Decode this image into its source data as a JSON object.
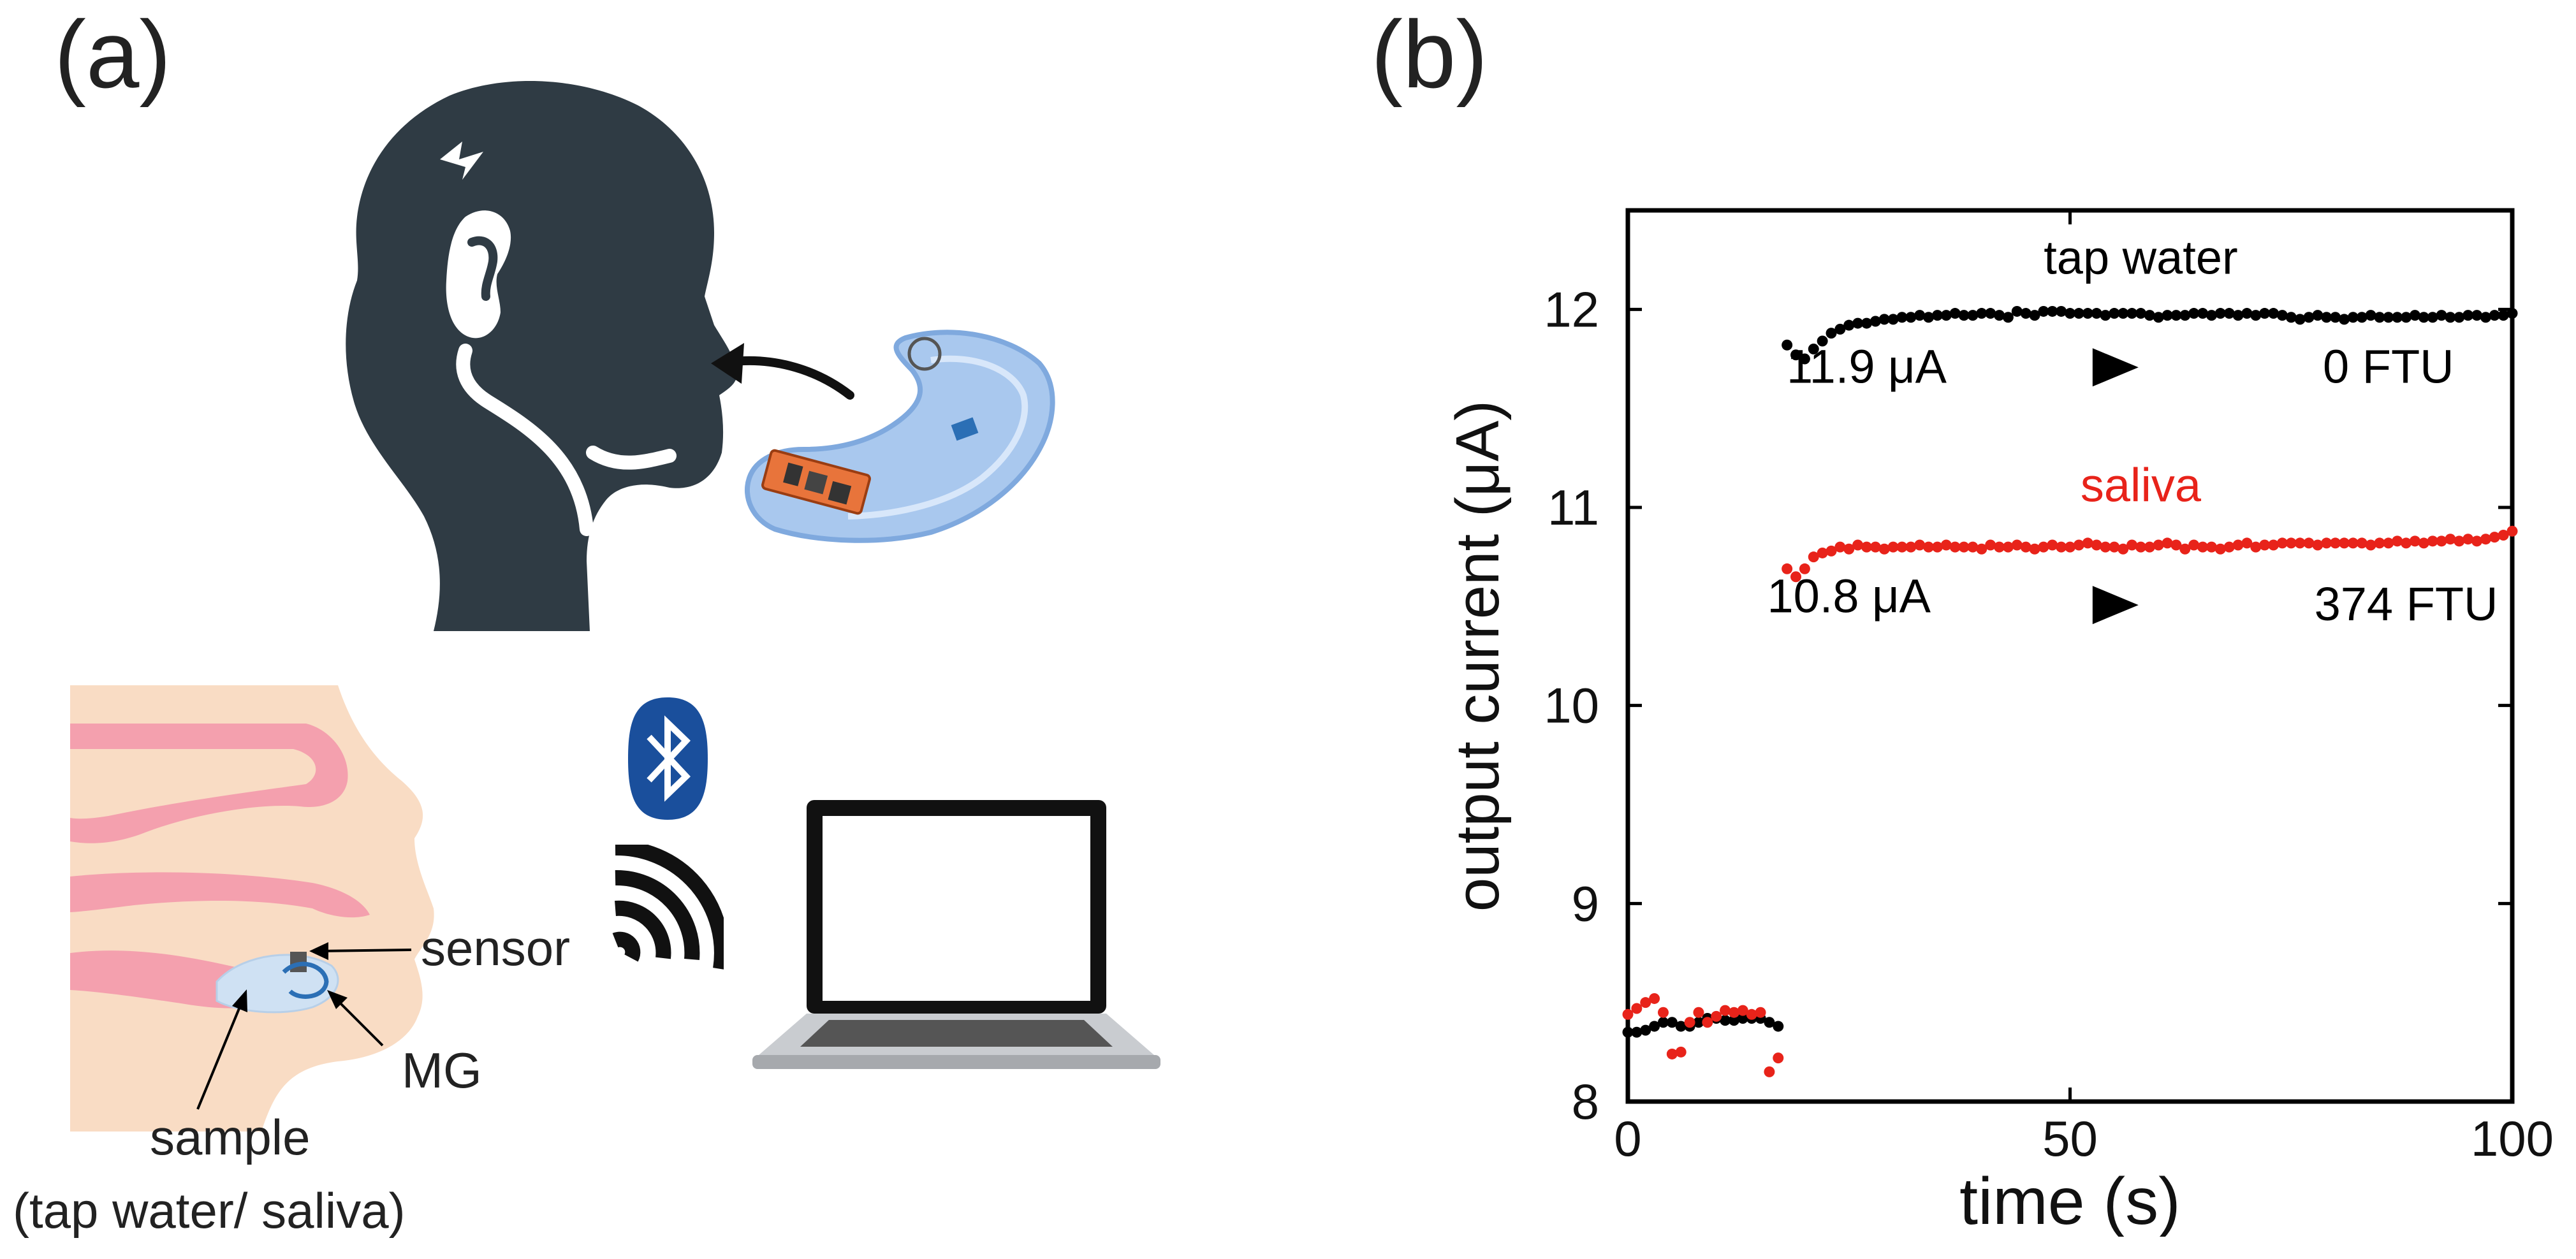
{
  "panel_a": {
    "label": "(a)",
    "sensor_label": "sensor",
    "mg_label": "MG",
    "sample_label": "sample",
    "sample_sub_label": "(tap water/ saliva)",
    "icons": [
      "head-silhouette-icon",
      "mouthguard-icon",
      "mouth-cross-section-icon",
      "bluetooth-icon",
      "wireless-signal-icon",
      "laptop-icon"
    ],
    "colors": {
      "silhouette": "#2f3b44",
      "mouthguard": "#a9c8ee",
      "electronics": "#e8743b",
      "bluetooth": "#1a4f9c",
      "gum": "#f4a0ae",
      "skin": "#f9dcc4"
    }
  },
  "panel_b": {
    "label": "(b)"
  },
  "chart_data": {
    "type": "scatter",
    "xlabel": "time (s)",
    "ylabel": "output current (μA)",
    "xlim": [
      0,
      100
    ],
    "ylim": [
      8,
      12.5
    ],
    "xticks": [
      0,
      50,
      100
    ],
    "yticks": [
      8,
      9,
      10,
      11,
      12
    ],
    "grid": false,
    "series": [
      {
        "name": "tap water",
        "color": "#000000",
        "x": [
          0,
          1,
          2,
          3,
          4,
          5,
          6,
          7,
          8,
          9,
          10,
          11,
          12,
          13,
          14,
          15,
          16,
          17,
          18,
          19,
          20,
          21,
          22,
          23,
          24,
          25,
          26,
          27,
          28,
          29,
          30,
          31,
          32,
          33,
          34,
          35,
          36,
          37,
          38,
          39,
          40,
          41,
          42,
          43,
          44,
          45,
          46,
          47,
          48,
          49,
          50,
          51,
          52,
          53,
          54,
          55,
          56,
          57,
          58,
          59,
          60,
          61,
          62,
          63,
          64,
          65,
          66,
          67,
          68,
          69,
          70,
          71,
          72,
          73,
          74,
          75,
          76,
          77,
          78,
          79,
          80,
          81,
          82,
          83,
          84,
          85,
          86,
          87,
          88,
          89,
          90,
          91,
          92,
          93,
          94,
          95,
          96,
          97,
          98,
          99,
          100
        ],
        "y": [
          8.35,
          8.35,
          8.36,
          8.38,
          8.4,
          8.4,
          8.38,
          8.38,
          8.4,
          8.42,
          8.42,
          8.41,
          8.41,
          8.42,
          8.42,
          8.42,
          8.4,
          8.38,
          11.82,
          11.77,
          11.75,
          11.8,
          11.84,
          11.88,
          11.9,
          11.92,
          11.93,
          11.93,
          11.94,
          11.95,
          11.95,
          11.96,
          11.96,
          11.97,
          11.96,
          11.97,
          11.97,
          11.98,
          11.97,
          11.97,
          11.98,
          11.98,
          11.97,
          11.96,
          11.99,
          11.98,
          11.97,
          11.99,
          11.99,
          11.99,
          11.98,
          11.98,
          11.98,
          11.98,
          11.97,
          11.98,
          11.98,
          11.98,
          11.98,
          11.97,
          11.96,
          11.97,
          11.97,
          11.97,
          11.98,
          11.98,
          11.97,
          11.98,
          11.98,
          11.97,
          11.98,
          11.97,
          11.98,
          11.98,
          11.97,
          11.96,
          11.95,
          11.96,
          11.97,
          11.96,
          11.96,
          11.95,
          11.96,
          11.96,
          11.97,
          11.96,
          11.96,
          11.96,
          11.96,
          11.97,
          11.96,
          11.96,
          11.97,
          11.96,
          11.96,
          11.97,
          11.97,
          11.96,
          11.97,
          11.97,
          11.98
        ]
      },
      {
        "name": "saliva",
        "color": "#e8231a",
        "x": [
          0,
          1,
          2,
          3,
          4,
          5,
          6,
          7,
          8,
          9,
          10,
          11,
          12,
          13,
          14,
          15,
          16,
          17,
          18,
          19,
          20,
          21,
          22,
          23,
          24,
          25,
          26,
          27,
          28,
          29,
          30,
          31,
          32,
          33,
          34,
          35,
          36,
          37,
          38,
          39,
          40,
          41,
          42,
          43,
          44,
          45,
          46,
          47,
          48,
          49,
          50,
          51,
          52,
          53,
          54,
          55,
          56,
          57,
          58,
          59,
          60,
          61,
          62,
          63,
          64,
          65,
          66,
          67,
          68,
          69,
          70,
          71,
          72,
          73,
          74,
          75,
          76,
          77,
          78,
          79,
          80,
          81,
          82,
          83,
          84,
          85,
          86,
          87,
          88,
          89,
          90,
          91,
          92,
          93,
          94,
          95,
          96,
          97,
          98,
          99,
          100
        ],
        "y": [
          8.44,
          8.47,
          8.5,
          8.52,
          8.45,
          8.24,
          8.25,
          8.4,
          8.45,
          8.4,
          8.43,
          8.46,
          8.45,
          8.46,
          8.44,
          8.45,
          8.15,
          8.22,
          10.69,
          10.65,
          10.69,
          10.75,
          10.77,
          10.78,
          10.8,
          10.79,
          10.81,
          10.8,
          10.8,
          10.79,
          10.8,
          10.8,
          10.8,
          10.81,
          10.8,
          10.8,
          10.81,
          10.8,
          10.8,
          10.8,
          10.79,
          10.81,
          10.8,
          10.8,
          10.81,
          10.8,
          10.79,
          10.8,
          10.81,
          10.8,
          10.8,
          10.81,
          10.82,
          10.81,
          10.8,
          10.8,
          10.79,
          10.81,
          10.8,
          10.8,
          10.81,
          10.82,
          10.81,
          10.79,
          10.81,
          10.8,
          10.8,
          10.79,
          10.8,
          10.81,
          10.82,
          10.8,
          10.81,
          10.81,
          10.82,
          10.82,
          10.82,
          10.82,
          10.81,
          10.82,
          10.82,
          10.82,
          10.82,
          10.82,
          10.81,
          10.82,
          10.82,
          10.83,
          10.82,
          10.83,
          10.82,
          10.83,
          10.83,
          10.84,
          10.83,
          10.84,
          10.83,
          10.84,
          10.85,
          10.86,
          10.88
        ]
      }
    ],
    "annotations": [
      {
        "id": "tap-water-label",
        "text": "tap water",
        "x": 58,
        "y": 12.18,
        "color": "#000000"
      },
      {
        "id": "tap-current",
        "text": "11.9 μA",
        "x": 27,
        "y": 11.63,
        "color": "#000000"
      },
      {
        "id": "tap-ftu",
        "text": "0 FTU",
        "x": 86,
        "y": 11.63,
        "color": "#000000"
      },
      {
        "id": "saliva-label",
        "text": "saliva",
        "x": 58,
        "y": 11.03,
        "color": "#e8231a"
      },
      {
        "id": "saliva-current",
        "text": "10.8 μA",
        "x": 25,
        "y": 10.47,
        "color": "#000000"
      },
      {
        "id": "saliva-ftu",
        "text": "374 FTU",
        "x": 88,
        "y": 10.43,
        "color": "#000000"
      }
    ],
    "arrow_markers": [
      {
        "x": 55,
        "y": 11.63
      },
      {
        "x": 55,
        "y": 10.43
      }
    ]
  }
}
